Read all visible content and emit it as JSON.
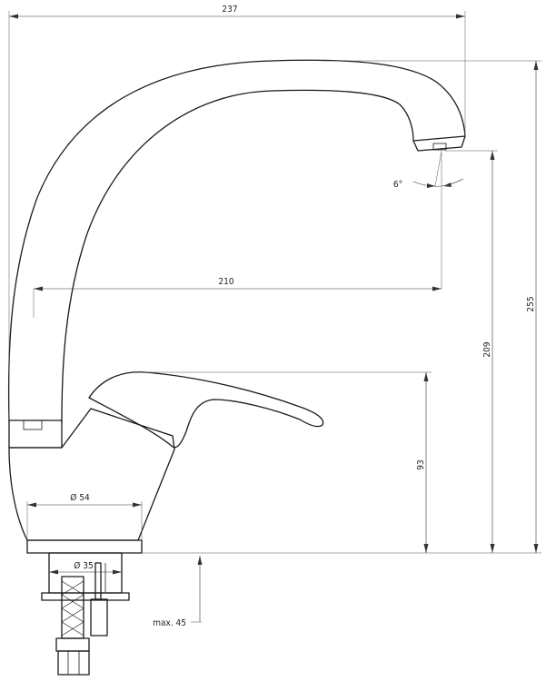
{
  "dimensions": {
    "overall_width": "237",
    "spout_reach": "210",
    "spout_angle": "6°",
    "total_height": "255",
    "outlet_height": "209",
    "lever_height": "93",
    "base_diameter": "Ø 54",
    "shank_diameter": "Ø 35",
    "max_deck_thickness": "max. 45"
  },
  "colors": {
    "line": "#1a1a1a",
    "background": "#ffffff"
  }
}
